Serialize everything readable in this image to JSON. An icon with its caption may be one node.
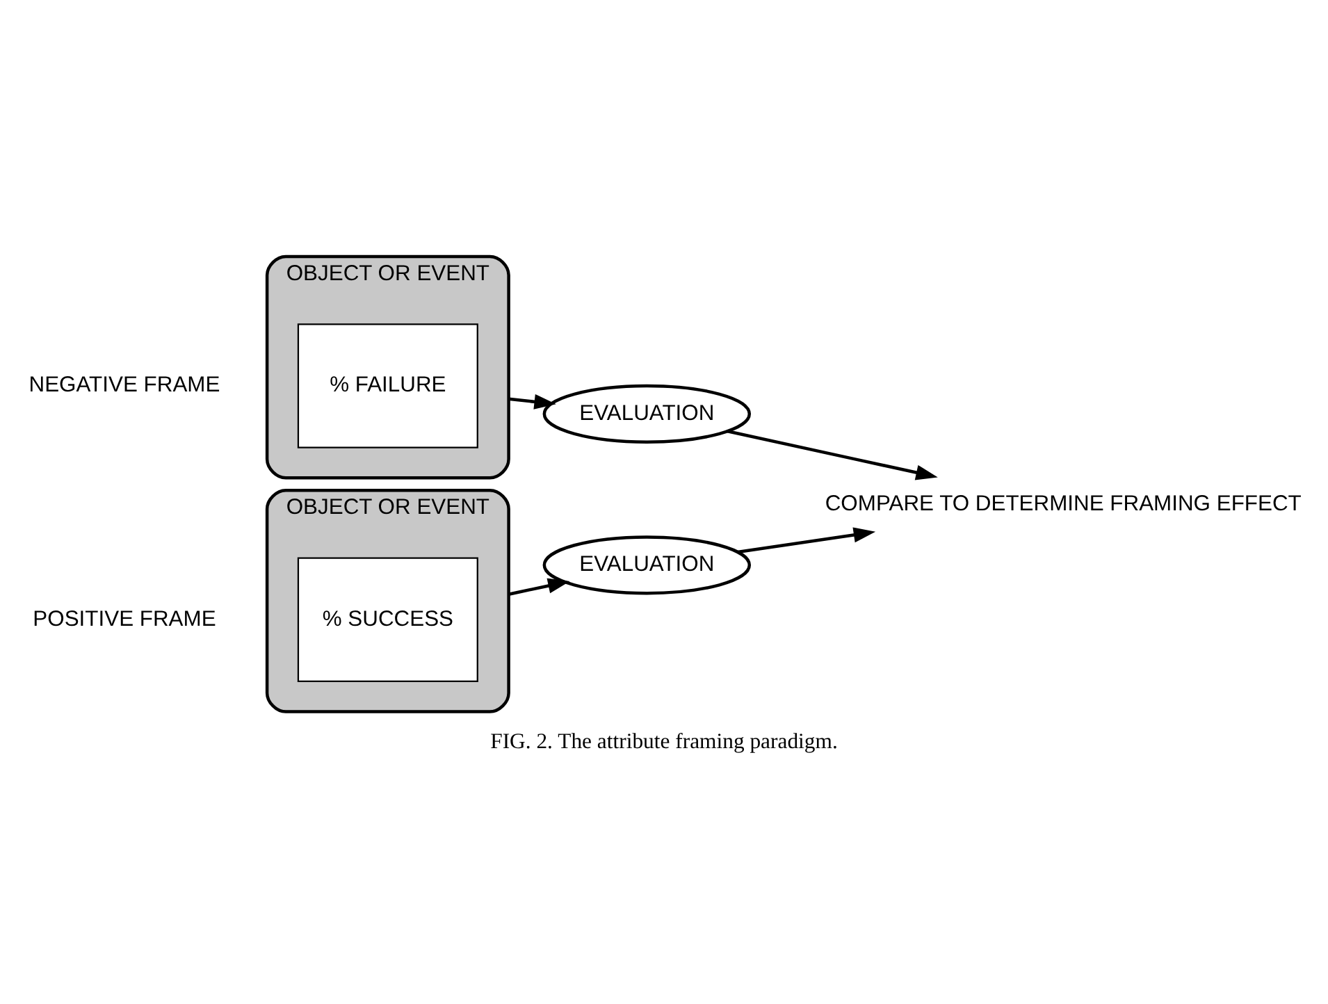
{
  "diagram": {
    "caption": "FIG. 2. The attribute framing paradigm.",
    "nodes": [
      {
        "text": [
          "OBJECT OR EVENT"
        ],
        "beside": [
          "POSITIVE FRAME"
        ]
      },
      {
        "text": [
          "% SUCCESS"
        ],
        "in": 0
      },
      {
        "text": [
          "EVALUATION"
        ]
      },
      {
        "text": [
          "COMPARE TO DETERMINE FRAMING EFFECT"
        ]
      },
      {
        "text": [
          "OBJECT OR EVENT"
        ],
        "beside": [
          "NEGATIVE FRAME"
        ]
      },
      {
        "text": [
          "% FAILURE"
        ],
        "in": 4
      },
      {
        "text": [
          "EVALUATION"
        ]
      }
    ],
    "edges": [
      {
        "from": 0,
        "to": 2,
        "arrow": "to"
      },
      {
        "from": 2,
        "to": 3,
        "arrow": "to"
      },
      {
        "from": 4,
        "to": 6,
        "arrow": "to"
      },
      {
        "from": 6,
        "to": 3,
        "arrow": "to"
      }
    ]
  }
}
